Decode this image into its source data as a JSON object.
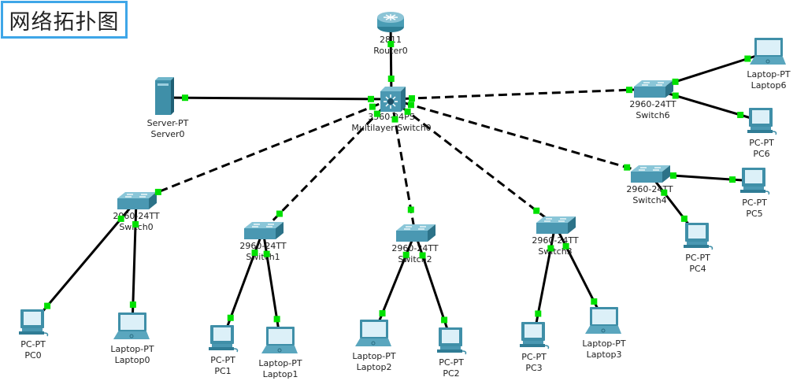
{
  "title": "网络拓扑图",
  "colors": {
    "title_border": "#3ea6e8",
    "link": "#000000",
    "port_up": "#00e000",
    "device": "#3d8fa6"
  },
  "devices": [
    {
      "id": "router0",
      "type": "router",
      "model": "2811",
      "name": "Router0"
    },
    {
      "id": "mls0",
      "type": "multilayer-switch",
      "model": "3560-24PS",
      "name": "Multilayer Switch0"
    },
    {
      "id": "server0",
      "type": "server",
      "model": "Server-PT",
      "name": "Server0"
    },
    {
      "id": "switch0",
      "type": "switch",
      "model": "2960-24TT",
      "name": "Switch0"
    },
    {
      "id": "switch1",
      "type": "switch",
      "model": "2960-24TT",
      "name": "Switch1"
    },
    {
      "id": "switch2",
      "type": "switch",
      "model": "2960-24TT",
      "name": "Switch2"
    },
    {
      "id": "switch3",
      "type": "switch",
      "model": "2960-24TT",
      "name": "Switch3"
    },
    {
      "id": "switch4",
      "type": "switch",
      "model": "2960-24TT",
      "name": "Switch4"
    },
    {
      "id": "switch6",
      "type": "switch",
      "model": "2960-24TT",
      "name": "Switch6"
    },
    {
      "id": "pc0",
      "type": "pc",
      "model": "PC-PT",
      "name": "PC0"
    },
    {
      "id": "laptop0",
      "type": "laptop",
      "model": "Laptop-PT",
      "name": "Laptop0"
    },
    {
      "id": "pc1",
      "type": "pc",
      "model": "PC-PT",
      "name": "PC1"
    },
    {
      "id": "laptop1",
      "type": "laptop",
      "model": "Laptop-PT",
      "name": "Laptop1"
    },
    {
      "id": "laptop2",
      "type": "laptop",
      "model": "Laptop-PT",
      "name": "Laptop2"
    },
    {
      "id": "pc2",
      "type": "pc",
      "model": "PC-PT",
      "name": "PC2"
    },
    {
      "id": "pc3",
      "type": "pc",
      "model": "PC-PT",
      "name": "PC3"
    },
    {
      "id": "laptop3",
      "type": "laptop",
      "model": "Laptop-PT",
      "name": "Laptop3"
    },
    {
      "id": "pc4",
      "type": "pc",
      "model": "PC-PT",
      "name": "PC4"
    },
    {
      "id": "pc5",
      "type": "pc",
      "model": "PC-PT",
      "name": "PC5"
    },
    {
      "id": "laptop6",
      "type": "laptop",
      "model": "Laptop-PT",
      "name": "Laptop6"
    },
    {
      "id": "pc6",
      "type": "pc",
      "model": "PC-PT",
      "name": "PC6"
    }
  ],
  "links": [
    {
      "from": "router0",
      "to": "mls0",
      "style": "straight"
    },
    {
      "from": "server0",
      "to": "mls0",
      "style": "straight"
    },
    {
      "from": "mls0",
      "to": "switch0",
      "style": "crossover"
    },
    {
      "from": "mls0",
      "to": "switch1",
      "style": "crossover"
    },
    {
      "from": "mls0",
      "to": "switch2",
      "style": "crossover"
    },
    {
      "from": "mls0",
      "to": "switch3",
      "style": "crossover"
    },
    {
      "from": "mls0",
      "to": "switch4",
      "style": "crossover"
    },
    {
      "from": "mls0",
      "to": "switch6",
      "style": "crossover"
    },
    {
      "from": "switch0",
      "to": "pc0",
      "style": "straight"
    },
    {
      "from": "switch0",
      "to": "laptop0",
      "style": "straight"
    },
    {
      "from": "switch1",
      "to": "pc1",
      "style": "straight"
    },
    {
      "from": "switch1",
      "to": "laptop1",
      "style": "straight"
    },
    {
      "from": "switch2",
      "to": "laptop2",
      "style": "straight"
    },
    {
      "from": "switch2",
      "to": "pc2",
      "style": "straight"
    },
    {
      "from": "switch3",
      "to": "pc3",
      "style": "straight"
    },
    {
      "from": "switch3",
      "to": "laptop3",
      "style": "straight"
    },
    {
      "from": "switch4",
      "to": "pc5",
      "style": "straight"
    },
    {
      "from": "switch4",
      "to": "pc4",
      "style": "straight"
    },
    {
      "from": "switch6",
      "to": "laptop6",
      "style": "straight"
    },
    {
      "from": "switch6",
      "to": "pc6",
      "style": "straight"
    }
  ]
}
